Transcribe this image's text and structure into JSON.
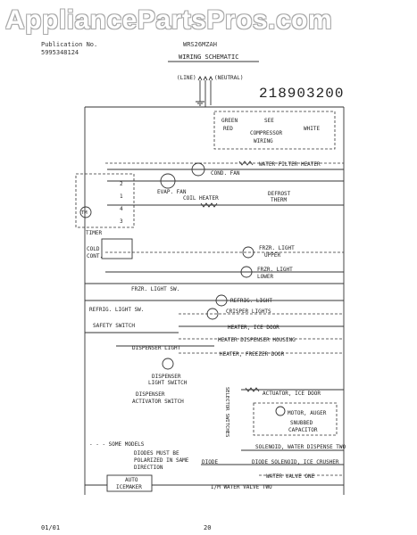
{
  "watermark": "AppliancePartsPros.com",
  "header": {
    "publication_label": "Publication No.",
    "publication_number": "5995348124",
    "model": "WRS26MZAH",
    "title": "WIRING SCHEMATIC",
    "part_number": "218903200"
  },
  "power": {
    "line": "(LINE)",
    "neutral": "(NEUTRAL)"
  },
  "labels": {
    "green": "GREEN",
    "see": "SEE",
    "red": "RED",
    "compressor": "COMPRESSOR",
    "white": "WHITE",
    "wiring": "WIRING",
    "water_filter_heater": "WATER FILTER HEATER",
    "cond_fan": "COND. FAN",
    "evap_fan": "EVAP. FAN",
    "coil_heater": "COIL HEATER",
    "defrost": "DEFROST",
    "therm": "THERM",
    "tm": "TM",
    "timer": "TIMER",
    "cold": "COLD",
    "cont": "CONT.",
    "frzr_light_upper_1": "FRZR. LIGHT",
    "frzr_light_upper_2": "UPPER",
    "frzr_light_lower_1": "FRZR. LIGHT",
    "frzr_light_lower_2": "LOWER",
    "frzr_light_sw": "FRZR. LIGHT SW.",
    "refrig_light": "REFRIG. LIGHT",
    "refrig_light_sw": "REFRIG. LIGHT SW.",
    "crisper_lights": "CRISPER LIGHTS",
    "heater_ice_door": "HEATER, ICE DOOR",
    "safety_switch": "SAFETY SWITCH",
    "heater_dispenser_housing": "HEATER DISPENSER HOUSING",
    "dispenser_light": "DISPENSER LIGHT",
    "heater_freezer_door": "HEATER, FREEZER DOOR",
    "dispenser_light_switch_1": "DISPENSER",
    "dispenser_light_switch_2": "LIGHT SWITCH",
    "actuator_ice_door": "ACTUATOR, ICE DOOR",
    "selector_switches": "SELECTOR SWITCHES",
    "dispenser_activator_1": "DISPENSER",
    "dispenser_activator_2": "ACTIVATOR SWITCH",
    "motor_auger": "MOTOR, AUGER",
    "snubbed_capacitor_1": "SNUBBED",
    "snubbed_capacitor_2": "CAPACITOR",
    "some_models": "- - - SOME MODELS",
    "diodes_note_1": "DIODES MUST BE",
    "diodes_note_2": "POLARIZED IN SAME",
    "diodes_note_3": "DIRECTION",
    "solenoid_water_dispense": "SOLENOID, WATER DISPENSE TWO",
    "diode": "DIODE",
    "diode_solenoid_ice": "DIODE SOLENOID, ICE CRUSHER",
    "water_valve_one": "WATER VALVE ONE",
    "auto_icemaker_1": "AUTO",
    "auto_icemaker_2": "ICEMAKER",
    "im_water_valve_two": "I/M WATER VALVE TWO",
    "t1": "1",
    "t2": "2",
    "t3": "3",
    "t4": "4"
  },
  "footer": {
    "date": "01/01",
    "page": "20"
  }
}
